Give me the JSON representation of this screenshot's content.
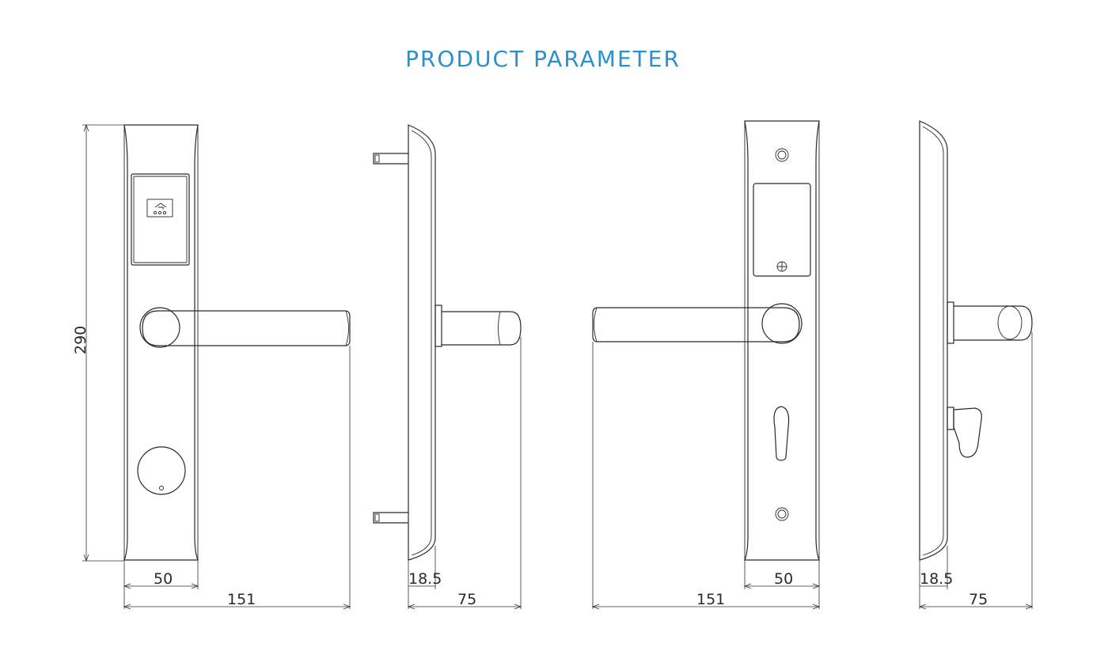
{
  "header": {
    "title": "PRODUCT PARAMETER"
  },
  "colors": {
    "title": "#2b8fd0",
    "line": "#2a2a2a"
  },
  "dimensions": {
    "height": "290",
    "front_plate_width": "50",
    "front_total_width": "151",
    "side_thickness": "18.5",
    "side_depth": "75",
    "back_total_width": "151",
    "back_plate_width": "50",
    "back_side_thickness": "18.5",
    "back_side_depth": "75"
  },
  "icons": {
    "card_reader": "card-reader-icon",
    "key_cylinder": "key-cylinder-icon",
    "screw": "screw-icon",
    "keyhole": "euro-keyhole-icon"
  }
}
